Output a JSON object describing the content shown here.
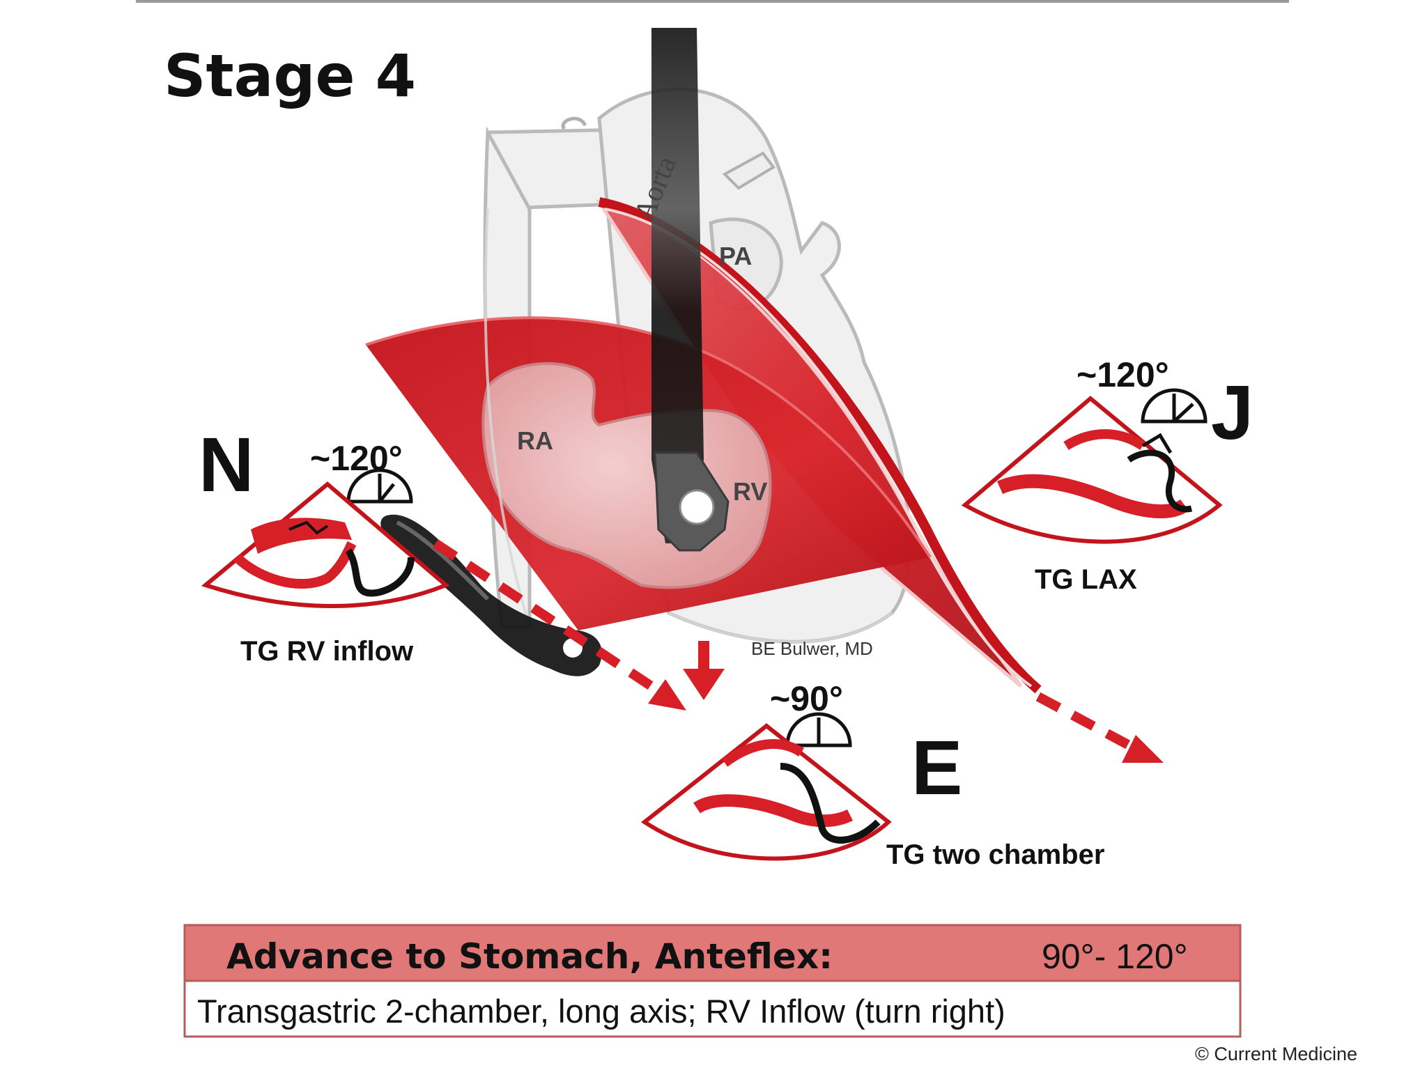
{
  "title": "Stage 4",
  "structures": {
    "aorta": "Aorta",
    "pa": "PA",
    "ra": "RA",
    "rv": "RV"
  },
  "views": [
    {
      "letter": "N",
      "angle": "~120°",
      "label": "TG RV inflow"
    },
    {
      "letter": "J",
      "angle": "~120°",
      "label": "TG LAX"
    },
    {
      "letter": "E",
      "angle": "~90°",
      "label": "TG two chamber"
    }
  ],
  "credit": "BE Bulwer, MD",
  "banner": {
    "heading": "Advance to Stomach, Anteflex:",
    "degrees": "90°- 120°",
    "description": "Transgastric 2-chamber, long axis; RV Inflow (turn right)"
  },
  "copyright": "© Current Medicine",
  "colors": {
    "red": "#d61f26",
    "dark_red": "#a40f14",
    "banner_fill": "#e07878",
    "probe": "#111111"
  }
}
